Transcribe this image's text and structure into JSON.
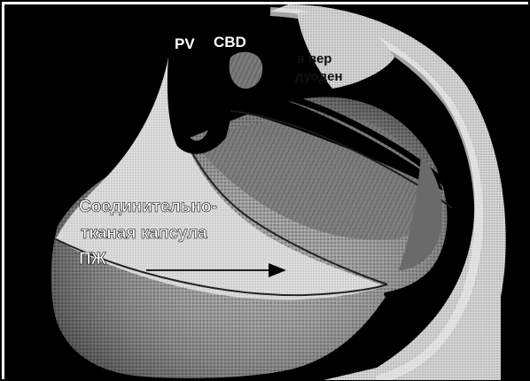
{
  "figure": {
    "labels": {
      "pv": "PV",
      "cbd": "CBD",
      "upper_right_line1": "я вер",
      "upper_right_line2": "дуоден",
      "capsule_line1": "Соединительно-",
      "capsule_line2": "тканая капсула",
      "capsule_line3": "ПЖ"
    }
  },
  "colors": {
    "background": "#000000",
    "frame": "#000000",
    "label_white": "#ffffff",
    "label_dark": "#1a1a1a"
  }
}
